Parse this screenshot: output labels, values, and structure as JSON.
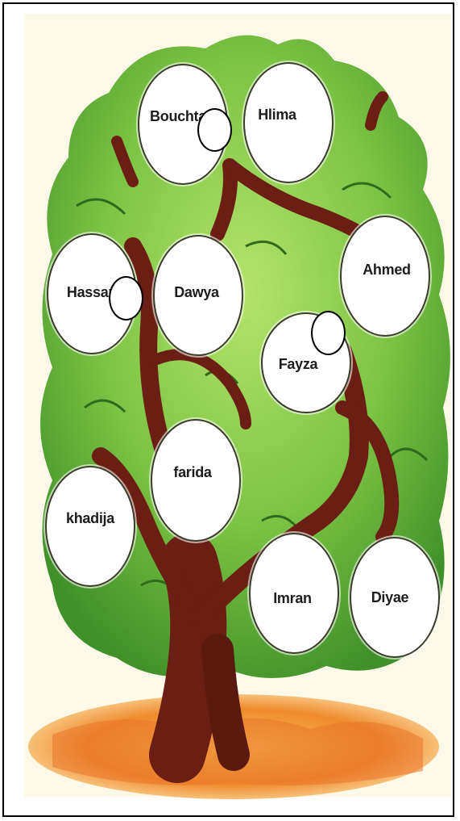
{
  "family_tree": {
    "members": [
      {
        "id": "bouchta",
        "name": "Bouchta"
      },
      {
        "id": "hlima",
        "name": "Hlima"
      },
      {
        "id": "hassan",
        "name": "Hassan"
      },
      {
        "id": "dawya",
        "name": "Dawya"
      },
      {
        "id": "ahmed",
        "name": "Ahmed"
      },
      {
        "id": "fayza",
        "name": "Fayza"
      },
      {
        "id": "farida",
        "name": "farida"
      },
      {
        "id": "khadija",
        "name": "khadija"
      },
      {
        "id": "imran",
        "name": "Imran"
      },
      {
        "id": "diyae",
        "name": "Diyae"
      }
    ]
  },
  "colors": {
    "foliage_light": "#8fd14f",
    "foliage_dark": "#3f8f2a",
    "trunk": "#6b1f14",
    "ground": "#f2a33a"
  }
}
